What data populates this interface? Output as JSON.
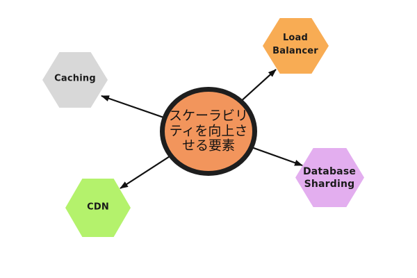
{
  "diagram": {
    "center": {
      "label": "スケーラビリ\nティを向上さ\nせる要素",
      "label_full": "スケーラビリティを向上させる要素",
      "fill": "#F2955C",
      "border_color": "#1E1E1E"
    },
    "nodes": [
      {
        "id": "caching",
        "label": "Caching",
        "fill": "#D8D8D8"
      },
      {
        "id": "load-balancer",
        "label": "Load\nBalancer",
        "fill": "#F8AC54"
      },
      {
        "id": "cdn",
        "label": "CDN",
        "fill": "#B4F26C"
      },
      {
        "id": "database-sharding",
        "label": "Database\nSharding",
        "fill": "#E3AEEF"
      }
    ],
    "arrow_color": "#111111"
  }
}
